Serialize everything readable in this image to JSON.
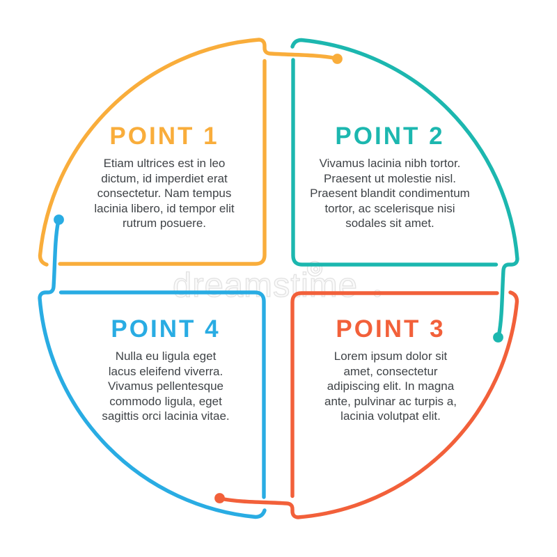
{
  "watermark": {
    "text": "dreamstime",
    "symbol": "®"
  },
  "colors": {
    "background": "#FFFFFF",
    "body_text": "#3F4347",
    "watermark": "#E2E2E2",
    "watermark_fill": "#FAFAFA"
  },
  "points": [
    {
      "title": "POINT 1",
      "color": "#F9AD3B",
      "body": "Etiam ultrices est in leo\ndictum, id imperdiet erat\nconsectetur. Nam tempus\nlacinia libero, id tempor elit\nrutrum posuere."
    },
    {
      "title": "POINT 2",
      "color": "#1CB7AF",
      "body": "Vivamus lacinia nibh tortor.\nPraesent ut molestie nisl.\nPraesent blandit condimentum\ntortor, ac scelerisque nisi\nsodales sit amet."
    },
    {
      "title": "POINT 3",
      "color": "#F2603A",
      "body": "Lorem ipsum dolor sit\namet, consectetur\nadipiscing elit. In magna\nante, pulvinar ac turpis a,\nlacinia volutpat elit."
    },
    {
      "title": "POINT 4",
      "color": "#29ACE3",
      "body": "Nulla eu ligula eget\nlacus eleifend viverra.\nVivamus pellentesque\ncommodo ligula, eget\nsagittis orci lacinia vitae."
    }
  ]
}
